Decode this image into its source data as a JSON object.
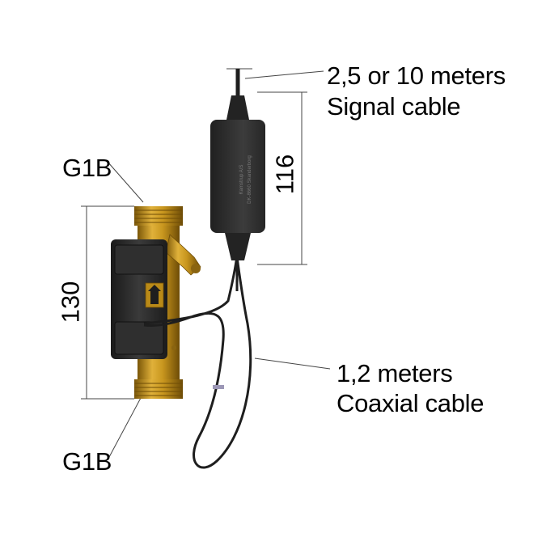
{
  "labels": {
    "thread_top": "G1B",
    "thread_bottom": "G1B",
    "signal_length": "2,5 or 10 meters",
    "signal_name": "Signal cable",
    "coax_length": "1,2 meters",
    "coax_name": "Coaxial cable",
    "height_total": "130",
    "height_box": "116"
  },
  "colors": {
    "brass": "#c8961e",
    "brass_dark": "#8a6410",
    "housing": "#2b2b2b",
    "cable": "#1e1e1e",
    "line": "#444444"
  }
}
